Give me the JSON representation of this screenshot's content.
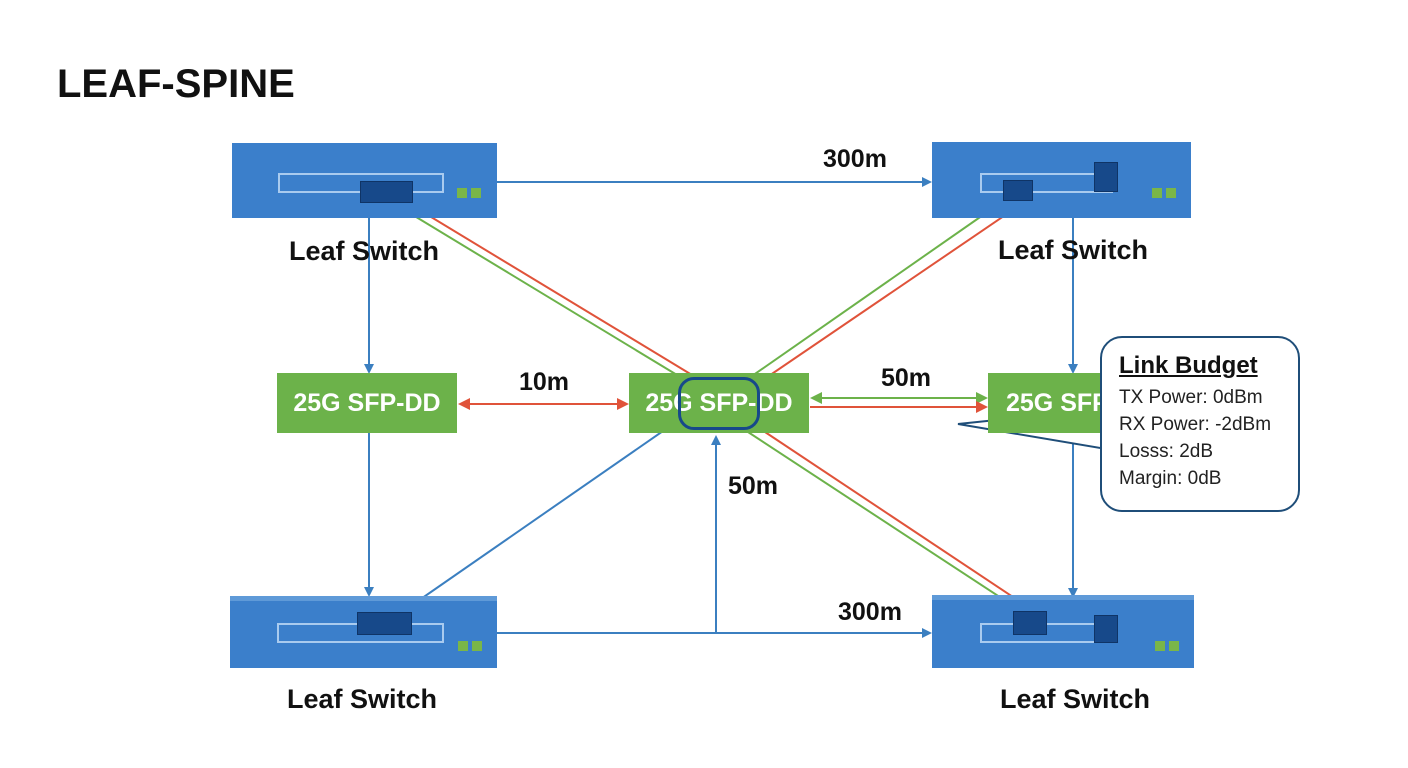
{
  "diagram": {
    "title": "LEAF-SPINE",
    "switch_label": "Leaf Switch",
    "switches": [
      {
        "label": "Leaf Switch"
      },
      {
        "label": "Leaf Switch"
      },
      {
        "label": "Leaf Switch"
      },
      {
        "label": "Leaf Switch"
      }
    ],
    "modules": [
      {
        "label": "25G SFP-DD"
      },
      {
        "label": "25G SFP-DD"
      },
      {
        "label": "25G SFP"
      }
    ],
    "distances": {
      "top": "300m",
      "bottom": "300m",
      "left_mid": "10m",
      "right_mid": "50m",
      "center_down": "50m"
    },
    "link_budget": {
      "title": "Link Budget",
      "tx": "TX Power: 0dBm",
      "rx": "RX Power: -2dBm",
      "loss": "Losss: 2dB",
      "margin": "Margin: 0dB"
    },
    "colors": {
      "switch": "#3b7fcb",
      "module": "#6cb24a",
      "blue_link": "#3b7fc0",
      "red_link": "#e0533a",
      "green_link": "#6cb24a"
    }
  }
}
